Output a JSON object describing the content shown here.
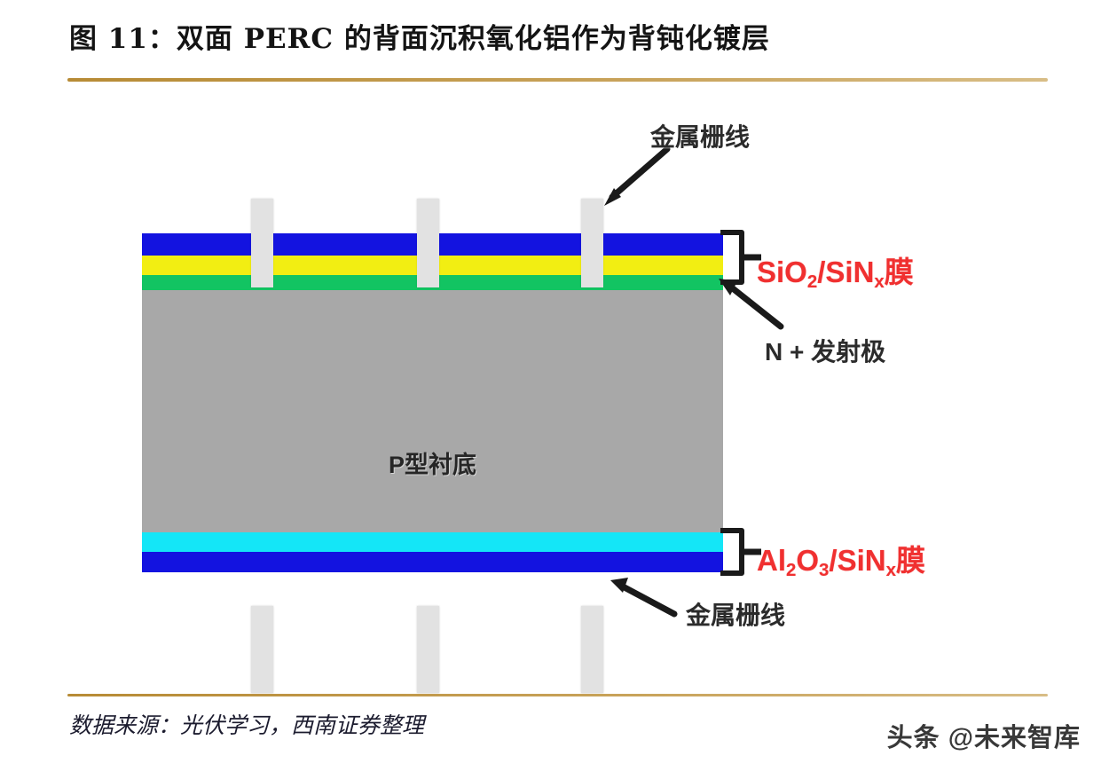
{
  "header": {
    "figure_title": "图 11：双面 PERC 的背面沉积氧化铝作为背钝化镀层",
    "rule_color": "#c9a45c"
  },
  "diagram": {
    "type": "bifacial-perc-solar-cell-cross-section",
    "substrate_label": "P型衬底",
    "layers": [
      {
        "name": "front-antireflection-blue",
        "label": "",
        "color": "#1313e0",
        "position": "front",
        "order": 1
      },
      {
        "name": "front-passivation-yellow",
        "label": "",
        "color": "#f2ee12",
        "position": "front",
        "order": 2
      },
      {
        "name": "front-emitter-green",
        "label": "",
        "color": "#12c462",
        "position": "front",
        "order": 3
      },
      {
        "name": "p-type-substrate",
        "label": "P型衬底",
        "color": "#a8a8a8",
        "position": "bulk",
        "order": 4
      },
      {
        "name": "rear-alumina-cyan",
        "label": "",
        "color": "#14e6f7",
        "position": "rear",
        "order": 5
      },
      {
        "name": "rear-sinx-blue",
        "label": "",
        "color": "#1313e0",
        "position": "rear",
        "order": 6
      }
    ],
    "callouts": {
      "grid_top": "金属栅线",
      "grid_bottom": "金属栅线",
      "emitter": "N + 发射极",
      "front_film_prefix": "SiO",
      "front_film": {
        "base1": "SiO",
        "sub1": "2",
        "sep": "/SiN",
        "sub2": "x",
        "suffix": "膜"
      },
      "rear_film": {
        "base1": "Al",
        "sub1": "2",
        "base2": "O",
        "sub2": "3",
        "sep": "/SiN",
        "sub3": "x",
        "suffix": "膜"
      }
    },
    "colors": {
      "metal_finger": "#e2e2e2",
      "red_label": "#f03030",
      "black_label": "#2b2b2b",
      "substrate": "#a8a8a8"
    },
    "finger_count_top": 3,
    "finger_count_bottom": 3
  },
  "footer": {
    "source": "数据来源：光伏学习，西南证券整理",
    "watermark": "头条 @未来智库"
  }
}
